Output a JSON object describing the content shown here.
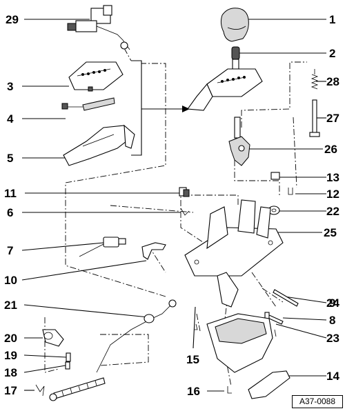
{
  "diagram": {
    "reference": "A37-0088",
    "callouts": [
      "1",
      "2",
      "3",
      "4",
      "5",
      "6",
      "7",
      "8",
      "9",
      "10",
      "11",
      "12",
      "13",
      "14",
      "15",
      "16",
      "17",
      "18",
      "19",
      "20",
      "21",
      "22",
      "23",
      "24",
      "25",
      "26",
      "27",
      "28",
      "29"
    ]
  }
}
